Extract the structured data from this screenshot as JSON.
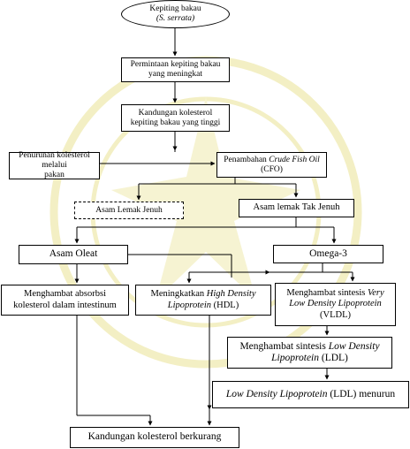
{
  "colors": {
    "line": "#000000",
    "watermark": "#f3efc4",
    "box_fill": "#ffffff"
  },
  "watermark_icon": "university-seal-watermark",
  "nodes": {
    "start": {
      "line1": "Kepiting bakau",
      "line2": "(S. serrata)"
    },
    "demand": {
      "line1": "Permintaan kepiting bakau",
      "line2": "yang meningkat"
    },
    "cholesterol": {
      "line1": "Kandungan kolesterol",
      "line2": "kepiting bakau yang tinggi"
    },
    "feed": {
      "line1": "Penurunan kolesterol melalui",
      "line2": "pakan"
    },
    "cfo": {
      "pre": "Penambahan ",
      "italic": "Crude Fish Oil",
      "line2": "(CFO)"
    },
    "sat_fat": {
      "text": "Asam Lemak Jenuh"
    },
    "unsat_fat": {
      "text": "Asam lemak Tak Jenuh"
    },
    "oleic": {
      "text": "Asam Oleat"
    },
    "omega3": {
      "text": "Omega-3"
    },
    "absorb": {
      "line1": "Menghambat absorbsi",
      "line2": "kolesterol dalam intestinum"
    },
    "hdl": {
      "pre": "Meningkatkan ",
      "italic1": "High Density",
      "italic2": "Lipoprotein",
      "post": " (HDL)"
    },
    "vldl": {
      "pre": "Menghambat sintesis ",
      "italic1": "Very",
      "italic2": "Low Density Lipoprotein",
      "line3": "(VLDL)"
    },
    "ldl": {
      "pre": "Menghambat sintesis ",
      "italic1": "Low Density",
      "italic2": "Lipoprotein",
      "post": " (LDL)"
    },
    "ldl_down": {
      "italic": "Low Density Lipoprotein",
      "post": " (LDL) menurun"
    },
    "result": {
      "text": "Kandungan kolesterol berkurang"
    }
  }
}
